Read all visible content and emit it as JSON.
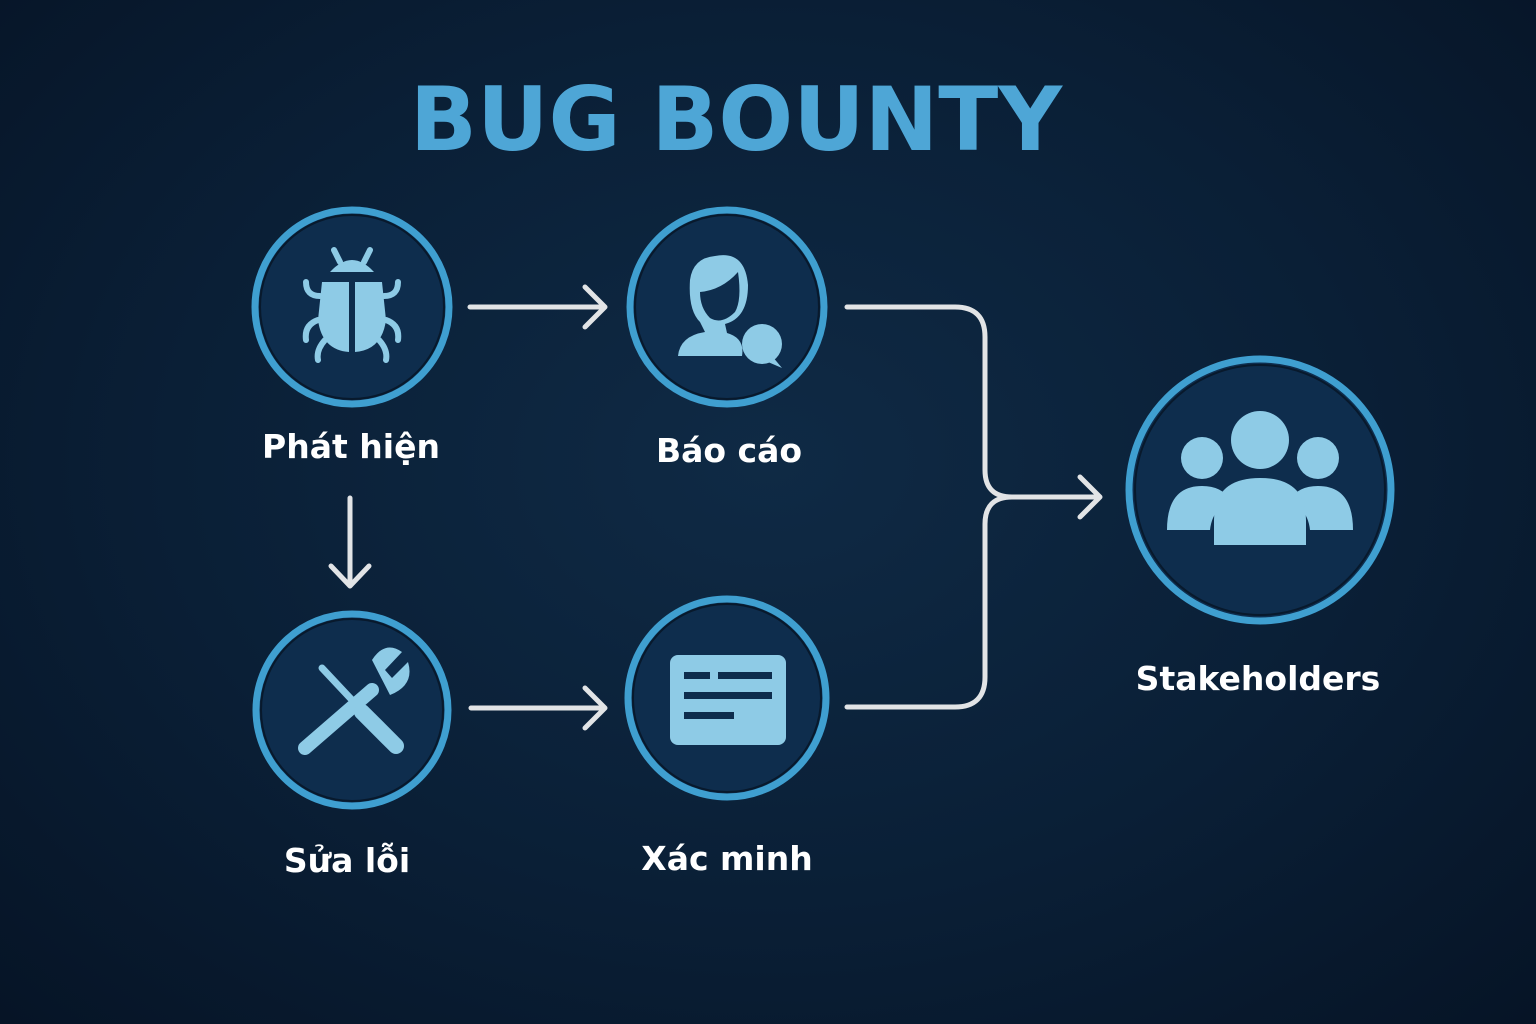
{
  "title": "BUG BOUNTY",
  "nodes": {
    "detect": {
      "label": "Phát hiện",
      "icon": "bug-icon"
    },
    "report": {
      "label": "Báo cáo",
      "icon": "user-chat-icon"
    },
    "fix": {
      "label": "Sửa lỗi",
      "icon": "tools-icon"
    },
    "verify": {
      "label": "Xác minh",
      "icon": "document-icon"
    },
    "stakeholders": {
      "label": "Stakeholders",
      "icon": "group-icon"
    }
  },
  "colors": {
    "accent": "#4ea6d6",
    "icon": "#8ecbe6",
    "background": "#0a1f36",
    "connector": "#e2e4e6"
  }
}
